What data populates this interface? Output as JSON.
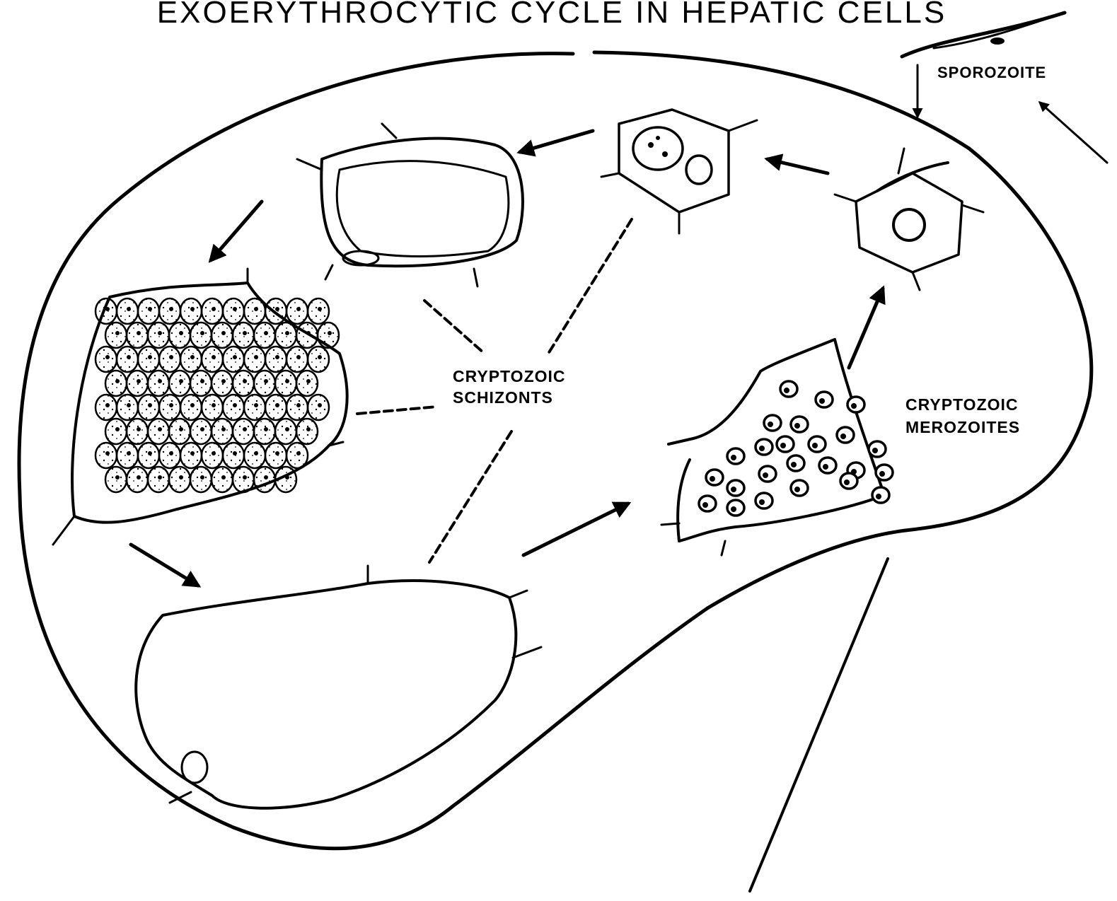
{
  "title": "EXOERYTHROCYTIC CYCLE IN HEPATIC CELLS",
  "labels": {
    "sporozoite": "SPOROZOITE",
    "schizonts_line1": "CRYPTOZOIC",
    "schizonts_line2": "SCHIZONTS",
    "merozoites_line1": "CRYPTOZOIC",
    "merozoites_line2": "MEROZOITES"
  },
  "colors": {
    "ink": "#000000",
    "paper": "#ffffff"
  }
}
